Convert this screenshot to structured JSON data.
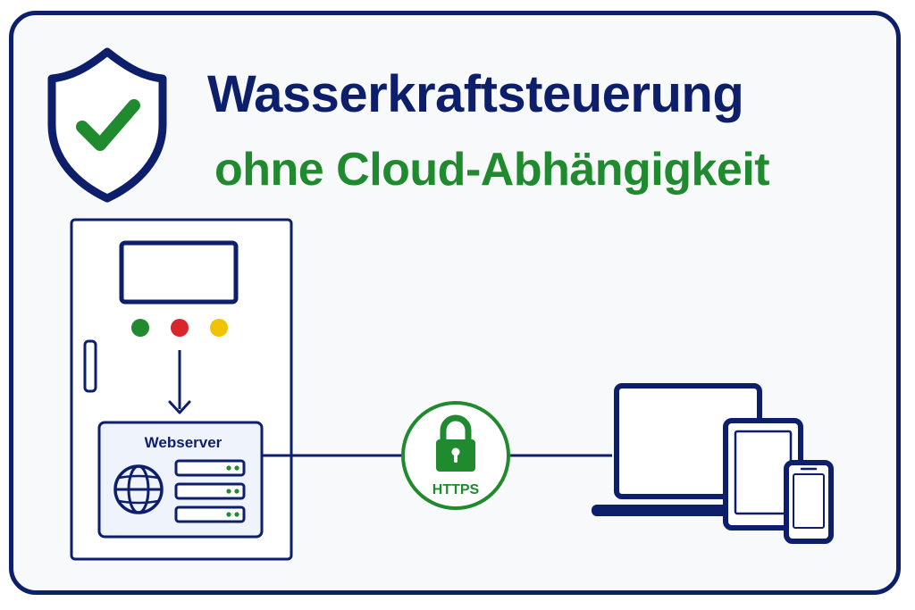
{
  "title": {
    "line1": "Wasserkraftsteuerung",
    "line2": "ohne Cloud-Abhängigkeit"
  },
  "icons": {
    "shield": "shield-check-icon",
    "cabinet": "control-cabinet-icon",
    "globe": "globe-icon",
    "server": "server-rack-icon",
    "lock": "padlock-icon",
    "laptop": "laptop-icon",
    "tablet": "tablet-icon",
    "phone": "smartphone-icon"
  },
  "webserver": {
    "label": "Webserver"
  },
  "connection": {
    "label": "HTTPS"
  },
  "colors": {
    "navy": "#0d1f6b",
    "green": "#1f8a2e",
    "red": "#d9262b",
    "yellow": "#f2c200",
    "panel_fill": "#eef3fc"
  }
}
